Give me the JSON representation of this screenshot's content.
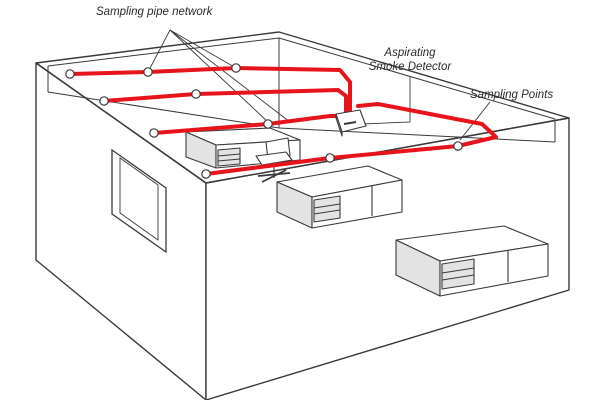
{
  "labels": {
    "pipe_network": "Sampling pipe network",
    "detector_line1": "Aspirating",
    "detector_line2": "Smoke Detector",
    "sampling_points": "Sampling Points"
  },
  "colors": {
    "pipe": "#e8141c",
    "outline": "#3a3a3a",
    "wall_fill": "#ffffff",
    "furniture_shade": "#e3e3e3",
    "label_text": "#2b2b2b"
  }
}
